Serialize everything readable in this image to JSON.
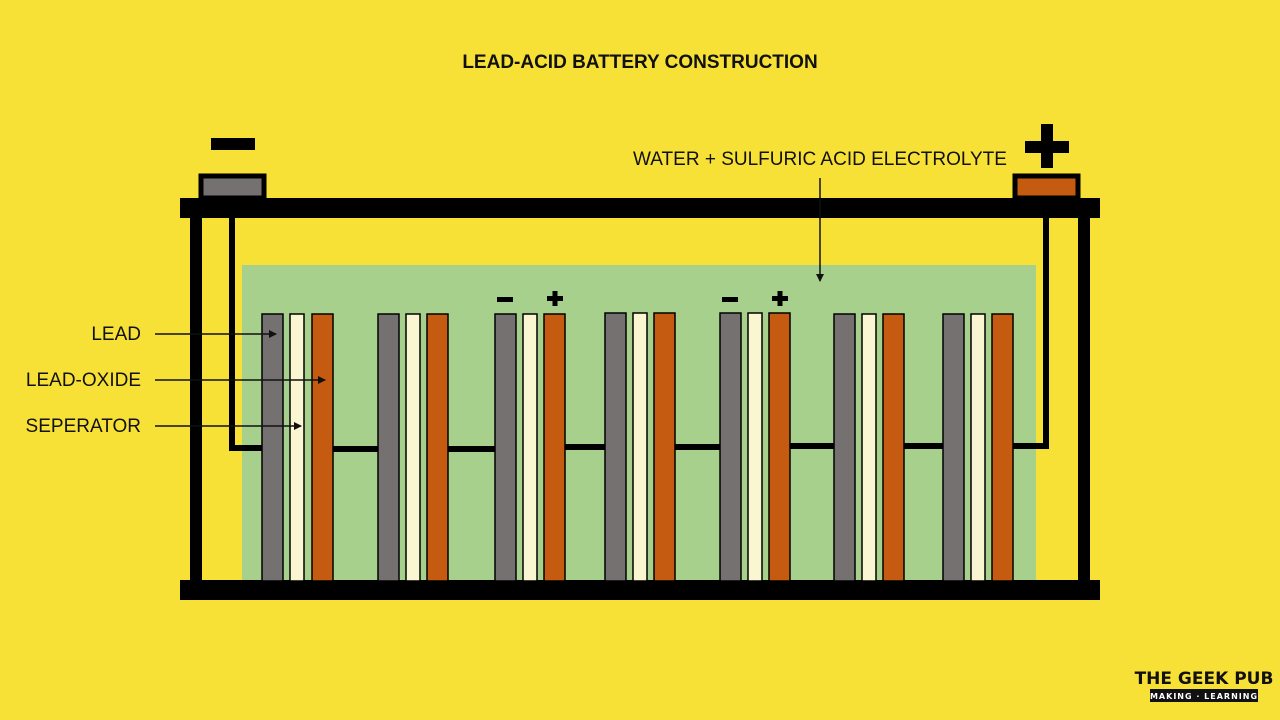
{
  "title": "LEAD-ACID BATTERY CONSTRUCTION",
  "labels": {
    "electrolyte": "WATER + SULFURIC ACID ELECTROLYTE",
    "lead": "LEAD",
    "lead_oxide": "LEAD-OXIDE",
    "separator": "SEPERATOR"
  },
  "logo": {
    "name": "THE GEEK PUB",
    "tagline": "MAKING · LEARNING"
  },
  "colors": {
    "background": "#f8e137",
    "electrolyte": "#a8d08d",
    "lead": "#767171",
    "lead_oxide": "#c55a11",
    "separator": "#fbf6d2",
    "casing": "#000000"
  },
  "cells": {
    "count": 7,
    "polarity_marked": [
      2,
      4
    ]
  }
}
